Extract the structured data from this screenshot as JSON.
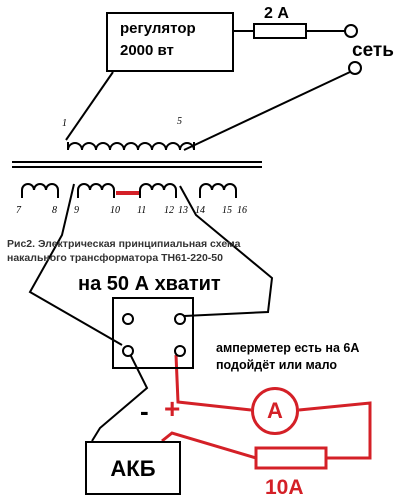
{
  "regulator": {
    "line1": "регулятор",
    "line2": "2000 вт"
  },
  "fuse_label": "2 А",
  "mains_label": "сеть",
  "primary_pins": [
    "1",
    "5"
  ],
  "secondary_pins": [
    "7",
    "8",
    "9",
    "10",
    "11",
    "12",
    "13",
    "14",
    "15",
    "16"
  ],
  "caption": {
    "line1": "Рис2. Электрическая принципиальная схема",
    "line2": "накального трансформатора ТН61-220-50"
  },
  "headline": "на 50 А хватит",
  "ammeter_note": {
    "line1": "амперметер есть на 6А",
    "line2": "подойдёт или мало"
  },
  "polarity": {
    "minus": "-",
    "plus": "+"
  },
  "battery_label": "АКБ",
  "ammeter_symbol": "A",
  "shunt_label": "10А",
  "colors": {
    "wire": "#000000",
    "highlight": "#d42027"
  }
}
